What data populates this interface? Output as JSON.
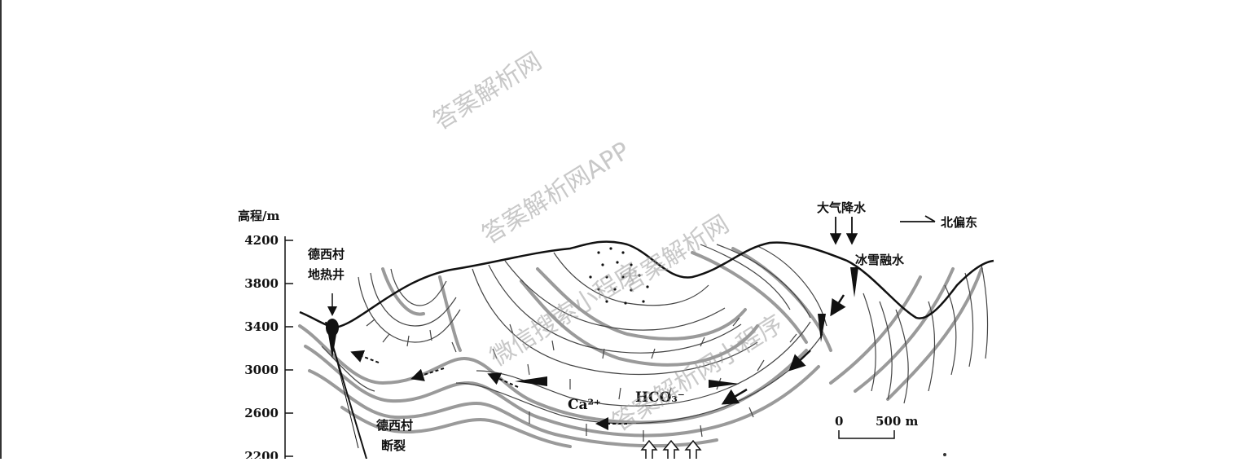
{
  "axis": {
    "label": "高程/m",
    "ticks": [
      4200,
      3800,
      3400,
      3000,
      2600,
      2200
    ]
  },
  "labels": {
    "geothermal_well_line1": "德西村",
    "geothermal_well_line2": "地热井",
    "fault_line1": "德西村",
    "fault_line2": "断裂",
    "precipitation": "大气降水",
    "snowmelt": "冰雪融水",
    "north_arrow": "北偏东",
    "ca_ion": "Ca²⁺",
    "hco3_ion": "HCO₃⁻"
  },
  "scale": {
    "start": "0",
    "end": "500 m"
  },
  "watermarks": [
    "答案解析网",
    "答案解析网APP",
    "答案解析网",
    "微信搜索小程序",
    "答案解析网小程序"
  ],
  "colors": {
    "line": "#111111",
    "gray_layer": "#9a9a9a",
    "thin_layer": "#555555"
  },
  "icons": {
    "flow_arrows": "dashed-arrow-icon",
    "heat_arrows": "hollow-up-arrow-icon"
  }
}
